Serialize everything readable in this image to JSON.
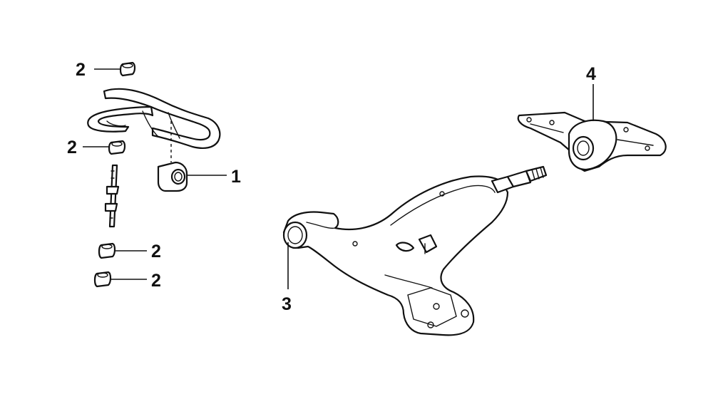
{
  "diagram": {
    "callouts": [
      {
        "id": "c1",
        "label": "1"
      },
      {
        "id": "c2a",
        "label": "2"
      },
      {
        "id": "c2b",
        "label": "2"
      },
      {
        "id": "c2c",
        "label": "2"
      },
      {
        "id": "c2d",
        "label": "2"
      },
      {
        "id": "c3",
        "label": "3"
      },
      {
        "id": "c4",
        "label": "4"
      }
    ]
  }
}
